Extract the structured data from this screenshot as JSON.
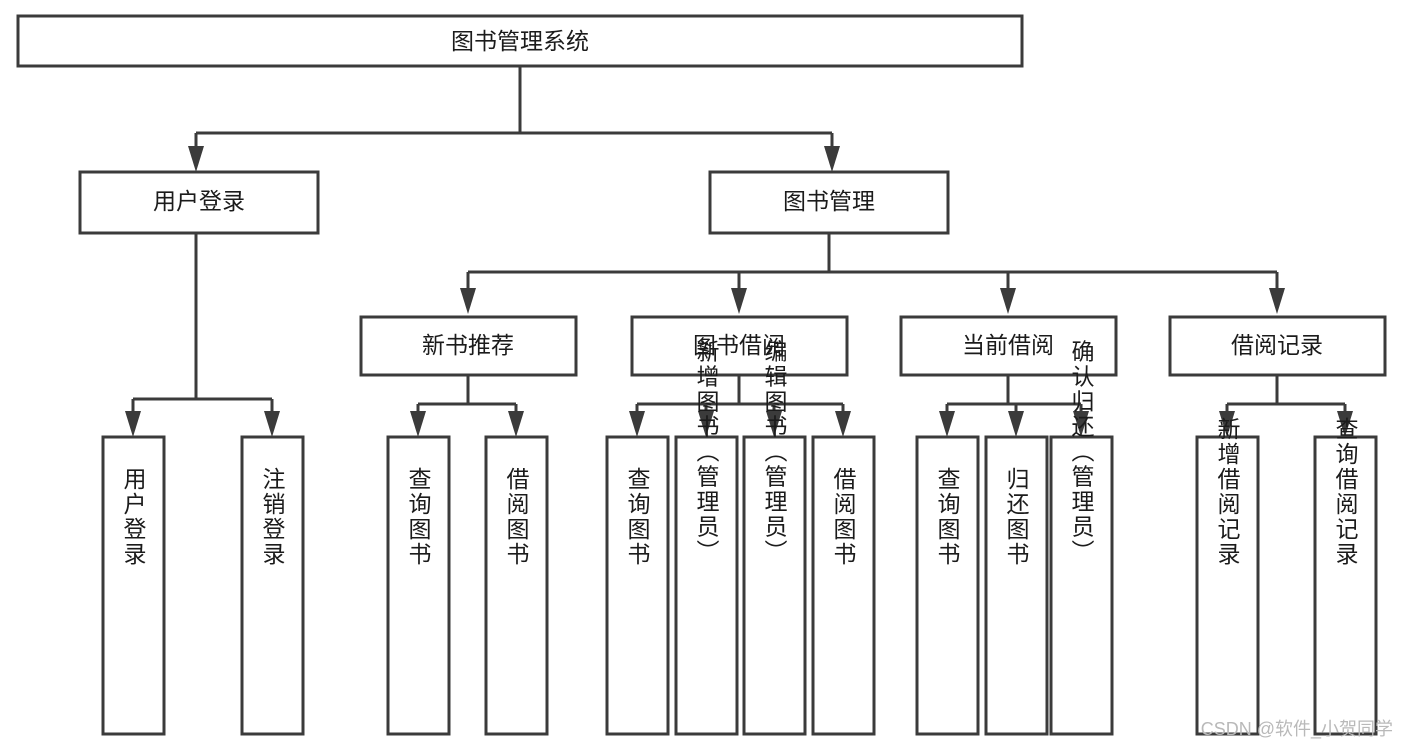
{
  "diagram": {
    "type": "hierarchy-tree",
    "title": "图书管理系统",
    "root": {
      "id": "root",
      "label": "图书管理系统"
    },
    "level2": [
      {
        "id": "user-login",
        "label": "用户登录"
      },
      {
        "id": "book-manage",
        "label": "图书管理"
      }
    ],
    "level3": [
      {
        "id": "new-book-recommend",
        "label": "新书推荐"
      },
      {
        "id": "book-borrow",
        "label": "图书借阅"
      },
      {
        "id": "current-borrow",
        "label": "当前借阅"
      },
      {
        "id": "borrow-record",
        "label": "借阅记录"
      }
    ],
    "leaves": {
      "user_login": [
        {
          "id": "leaf-user-login",
          "label": "用户登录"
        },
        {
          "id": "leaf-logout-login",
          "label": "注销登录"
        }
      ],
      "new_book_recommend": [
        {
          "id": "leaf-query-book-1",
          "label": "查询图书"
        },
        {
          "id": "leaf-borrow-book-1",
          "label": "借阅图书"
        }
      ],
      "book_borrow": [
        {
          "id": "leaf-query-book-2",
          "label": "查询图书"
        },
        {
          "id": "leaf-add-book-admin",
          "label": "新增图书（管理员）"
        },
        {
          "id": "leaf-edit-book-admin",
          "label": "编辑图书（管理员）"
        },
        {
          "id": "leaf-borrow-book-2",
          "label": "借阅图书"
        }
      ],
      "current_borrow": [
        {
          "id": "leaf-query-book-3",
          "label": "查询图书"
        },
        {
          "id": "leaf-return-book",
          "label": "归还图书"
        },
        {
          "id": "leaf-confirm-return-admin",
          "label": "确认归还（管理员）"
        }
      ],
      "borrow_record": [
        {
          "id": "leaf-add-borrow-record",
          "label": "新增借阅记录"
        },
        {
          "id": "leaf-query-borrow-record",
          "label": "查询借阅记录"
        }
      ]
    },
    "colors": {
      "stroke": "#3b3b3b",
      "fill": "#ffffff",
      "text": "#1b1b1b",
      "watermark": "#b9b9b9"
    }
  },
  "watermark": {
    "text": "CSDN @软件_小贺同学"
  }
}
